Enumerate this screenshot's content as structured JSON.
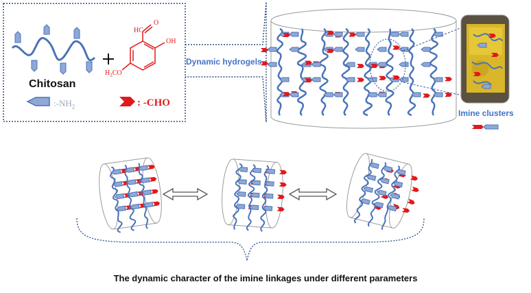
{
  "labels": {
    "chitosan": "Chitosan",
    "nh2": ":-NH",
    "nh2_sub": "2",
    "cho": ": -CHO",
    "dynamic_hydrogels": "Dynamic hydrogels",
    "imine_clusters": "Imine clusters",
    "caption": "The dynamic character of the imine linkages under different parameters"
  },
  "molecule": {
    "hc": "HC",
    "o": "O",
    "oh": "OH",
    "h3co": "H",
    "h3co_sub": "3",
    "h3co_tail": "CO"
  },
  "colors": {
    "chain": "#4a73b8",
    "amine": "#8fa8d6",
    "aldehyde": "#e0191b",
    "accent": "#4472c4",
    "outline": "#9a9a9a"
  }
}
